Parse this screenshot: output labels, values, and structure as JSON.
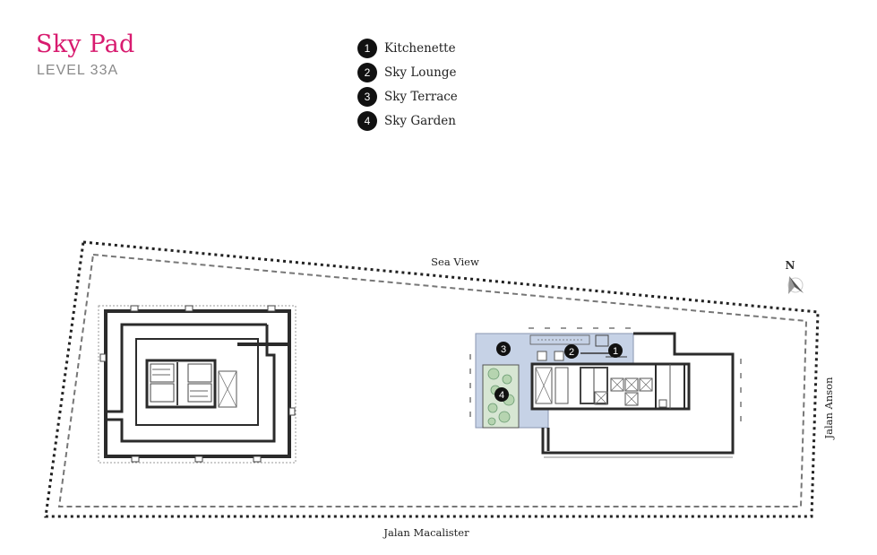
{
  "header": {
    "title": "Sky Pad",
    "subtitle": "LEVEL 33A"
  },
  "legend": {
    "items": [
      {
        "num": "1",
        "label": "Kitchenette"
      },
      {
        "num": "2",
        "label": "Sky Lounge"
      },
      {
        "num": "3",
        "label": "Sky Terrace"
      },
      {
        "num": "4",
        "label": "Sky Garden"
      }
    ]
  },
  "map": {
    "labels": {
      "north": "Sea View",
      "east": "Jalan Anson",
      "south": "Jalan Macalister"
    },
    "compass": "N",
    "markers": [
      "1",
      "2",
      "3",
      "4"
    ],
    "colors": {
      "terrace": "#c6d2e6",
      "garden": "#d7e6d3",
      "walls": "#2b2b2b",
      "boundary": "#222222",
      "setback": "#777777"
    }
  }
}
